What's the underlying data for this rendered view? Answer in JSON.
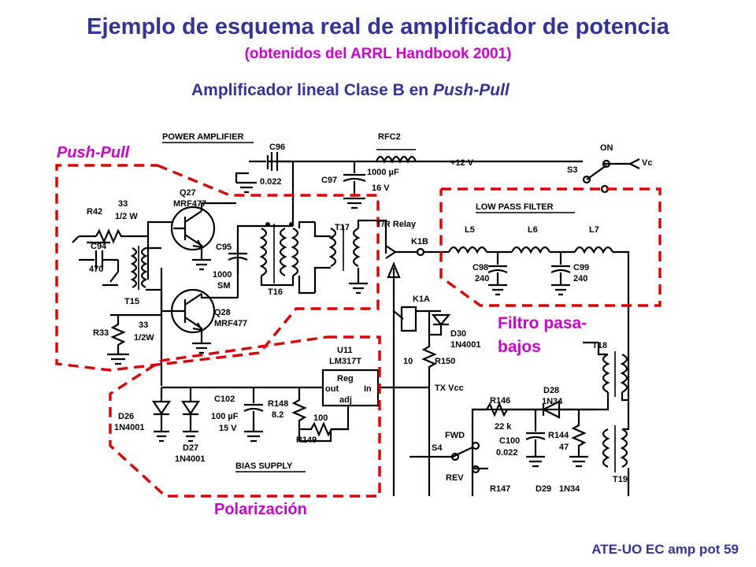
{
  "slide": {
    "title": "Ejemplo de esquema real de amplificador de potencia",
    "subtitle": "(obtenidos del ARRL Handbook 2001)",
    "heading_prefix": "Amplificador lineal Clase B en ",
    "heading_emphasis": "Push-Pull",
    "footer": "ATE-UO EC amp pot 59"
  },
  "regions": {
    "push_pull": "Push-Pull",
    "low_pass_line1": "Filtro pasa-",
    "low_pass_line2": "bajos",
    "bias": "Polarización"
  },
  "schematic": {
    "blocks": {
      "power_amplifier": "POWER AMPLIFIER",
      "low_pass_filter": "LOW PASS FILTER",
      "bias_supply": "BIAS SUPPLY"
    },
    "labels": [
      {
        "id": "c96",
        "text": "C96"
      },
      {
        "id": "c96v",
        "text": "0.022"
      },
      {
        "id": "rfc2",
        "text": "RFC2"
      },
      {
        "id": "v12",
        "text": "+12 V"
      },
      {
        "id": "on",
        "text": "ON"
      },
      {
        "id": "vc",
        "text": "Vc"
      },
      {
        "id": "s3",
        "text": "S3"
      },
      {
        "id": "c97",
        "text": "C97"
      },
      {
        "id": "c97v",
        "text": "1000 µF"
      },
      {
        "id": "c97v2",
        "text": "16 V"
      },
      {
        "id": "r42",
        "text": "R42"
      },
      {
        "id": "r42v",
        "text": "33"
      },
      {
        "id": "r42w",
        "text": "1/2 W"
      },
      {
        "id": "q27",
        "text": "Q27"
      },
      {
        "id": "q27t",
        "text": "MRF477"
      },
      {
        "id": "c94",
        "text": "C94"
      },
      {
        "id": "c94v",
        "text": "470"
      },
      {
        "id": "t15",
        "text": "T15"
      },
      {
        "id": "c95",
        "text": "C95"
      },
      {
        "id": "c95v",
        "text": "1000"
      },
      {
        "id": "c95sm",
        "text": "SM"
      },
      {
        "id": "t16",
        "text": "T16"
      },
      {
        "id": "t17",
        "text": "T17"
      },
      {
        "id": "tr",
        "text": "T/R Relay"
      },
      {
        "id": "k1b",
        "text": "K1B"
      },
      {
        "id": "l5",
        "text": "L5"
      },
      {
        "id": "l6",
        "text": "L6"
      },
      {
        "id": "l7",
        "text": "L7"
      },
      {
        "id": "c98",
        "text": "C98"
      },
      {
        "id": "c98v",
        "text": "240"
      },
      {
        "id": "c99",
        "text": "C99"
      },
      {
        "id": "c99v",
        "text": "240"
      },
      {
        "id": "q28",
        "text": "Q28"
      },
      {
        "id": "q28t",
        "text": "MRF477"
      },
      {
        "id": "r33",
        "text": "R33"
      },
      {
        "id": "r33v",
        "text": "33"
      },
      {
        "id": "r33w",
        "text": "1/2W"
      },
      {
        "id": "k1a",
        "text": "K1A"
      },
      {
        "id": "d30",
        "text": "D30"
      },
      {
        "id": "d30t",
        "text": "1N4001"
      },
      {
        "id": "r150v",
        "text": "10"
      },
      {
        "id": "r150",
        "text": "R150"
      },
      {
        "id": "u11",
        "text": "U11"
      },
      {
        "id": "u11t",
        "text": "LM317T"
      },
      {
        "id": "reg",
        "text": "Reg"
      },
      {
        "id": "out",
        "text": "out"
      },
      {
        "id": "in",
        "text": "In"
      },
      {
        "id": "adj",
        "text": "adj"
      },
      {
        "id": "txvcc",
        "text": "TX Vcc"
      },
      {
        "id": "t18",
        "text": "T18"
      },
      {
        "id": "r146",
        "text": "R146"
      },
      {
        "id": "r146v",
        "text": "22 k"
      },
      {
        "id": "d28b",
        "text": "D28"
      },
      {
        "id": "d28bt",
        "text": "1N34"
      },
      {
        "id": "c102",
        "text": "C102"
      },
      {
        "id": "c102v",
        "text": "100 µF"
      },
      {
        "id": "c102v2",
        "text": "15 V"
      },
      {
        "id": "r148",
        "text": "R148"
      },
      {
        "id": "r148v",
        "text": "8.2"
      },
      {
        "id": "r149v",
        "text": "100"
      },
      {
        "id": "r149",
        "text": "R149"
      },
      {
        "id": "d26",
        "text": "D26"
      },
      {
        "id": "d26t",
        "text": "1N4001"
      },
      {
        "id": "d27",
        "text": "D27"
      },
      {
        "id": "d27t",
        "text": "1N4001"
      },
      {
        "id": "fwd",
        "text": "FWD"
      },
      {
        "id": "s4",
        "text": "S4"
      },
      {
        "id": "rev",
        "text": "REV"
      },
      {
        "id": "c100",
        "text": "C100"
      },
      {
        "id": "c100v",
        "text": "0.022"
      },
      {
        "id": "r144",
        "text": "R144"
      },
      {
        "id": "r144v",
        "text": "47"
      },
      {
        "id": "t19",
        "text": "T19"
      },
      {
        "id": "r147",
        "text": "R147"
      },
      {
        "id": "d29",
        "text": "D29"
      },
      {
        "id": "d29t",
        "text": "1N34"
      }
    ]
  }
}
